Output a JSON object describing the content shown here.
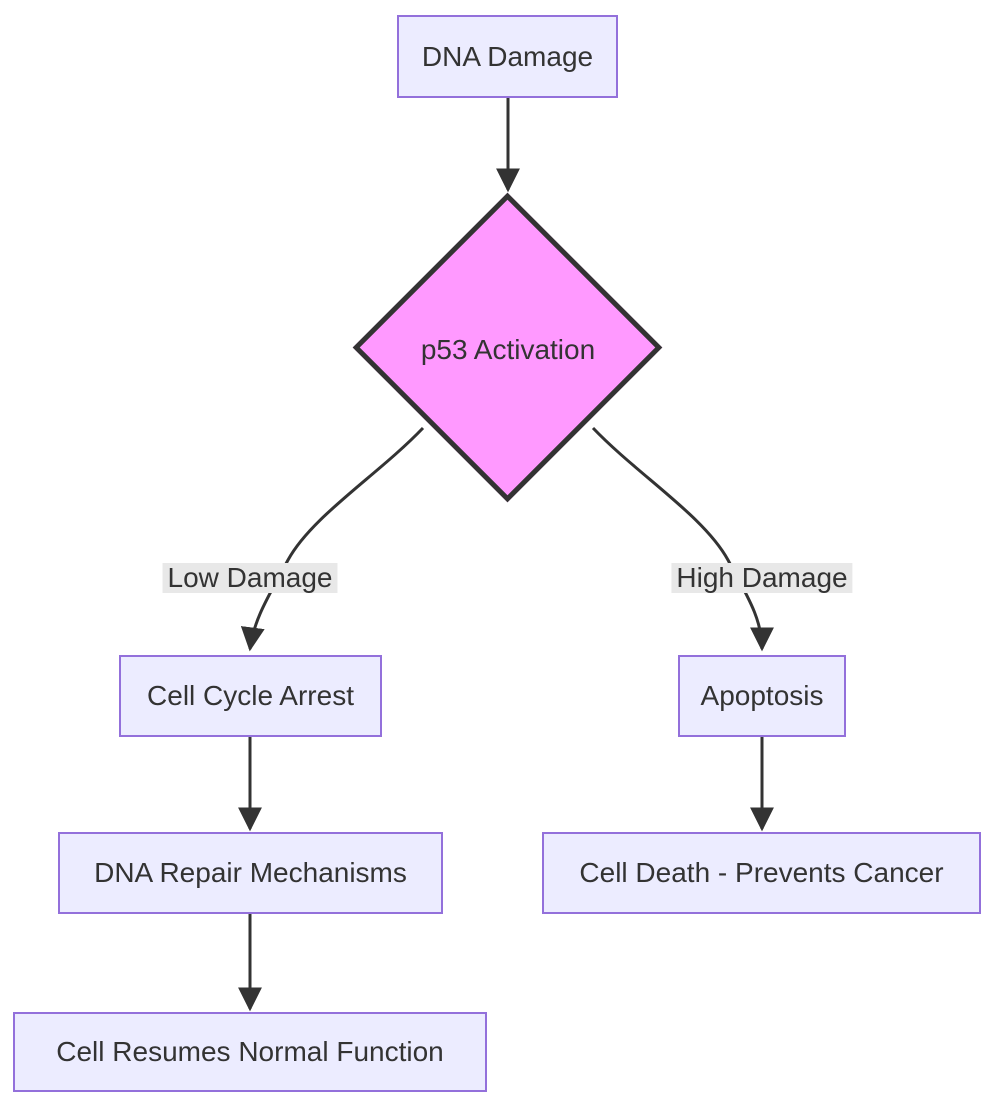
{
  "diagram": {
    "type": "flowchart",
    "direction": "top-down",
    "nodes": {
      "dna_damage": {
        "label": "DNA Damage",
        "shape": "rectangle"
      },
      "p53_activation": {
        "label": "p53 Activation",
        "shape": "diamond"
      },
      "cell_cycle_arrest": {
        "label": "Cell Cycle Arrest",
        "shape": "rectangle"
      },
      "apoptosis": {
        "label": "Apoptosis",
        "shape": "rectangle"
      },
      "dna_repair": {
        "label": "DNA Repair Mechanisms",
        "shape": "rectangle"
      },
      "cell_death": {
        "label": "Cell Death - Prevents Cancer",
        "shape": "rectangle"
      },
      "cell_resumes": {
        "label": "Cell Resumes Normal Function",
        "shape": "rectangle"
      }
    },
    "edge_labels": {
      "low_damage": "Low Damage",
      "high_damage": "High Damage"
    },
    "edges": [
      {
        "from": "DNA Damage",
        "to": "p53 Activation",
        "label": ""
      },
      {
        "from": "p53 Activation",
        "to": "Cell Cycle Arrest",
        "label": "Low Damage"
      },
      {
        "from": "p53 Activation",
        "to": "Apoptosis",
        "label": "High Damage"
      },
      {
        "from": "Cell Cycle Arrest",
        "to": "DNA Repair Mechanisms",
        "label": ""
      },
      {
        "from": "Apoptosis",
        "to": "Cell Death - Prevents Cancer",
        "label": ""
      },
      {
        "from": "DNA Repair Mechanisms",
        "to": "Cell Resumes Normal Function",
        "label": ""
      }
    ],
    "colors": {
      "bg": "#FFFFFF",
      "node_fill": "#ECECFF",
      "node_border": "#9370DB",
      "decision_fill": "#FF99FF",
      "decision_border": "#333333",
      "edge": "#333333",
      "edge_label_bg": "#E8E8E8",
      "text": "#333333"
    }
  }
}
